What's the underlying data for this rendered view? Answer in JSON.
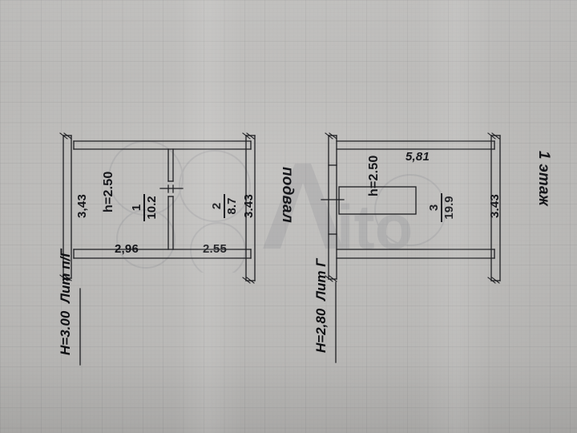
{
  "document": {
    "kind": "technical-floor-plan-scan",
    "paper": "graph-paper",
    "watermark_text": "Авито"
  },
  "labels": {
    "floor_right": "1 этаж",
    "floor_left": "подвал"
  },
  "left_plan": {
    "title_lit": "Лит п/Г",
    "title_height": "Н=3.00",
    "ceiling_height": "h=2.50",
    "dim_left": "3,43",
    "dim_right": "3.43",
    "dim_bottom_left": "2,96",
    "dim_bottom_right": "2.55",
    "rooms": [
      {
        "number": "1",
        "area": "10.2"
      },
      {
        "number": "2",
        "area": "8.7"
      }
    ]
  },
  "right_plan": {
    "title_lit": "Лит Г",
    "title_height": "Н=2,80",
    "ceiling_height": "h=2.50",
    "dim_top": "5,81",
    "dim_right": "3.43",
    "rooms": [
      {
        "number": "3",
        "area": "19.9"
      }
    ]
  }
}
